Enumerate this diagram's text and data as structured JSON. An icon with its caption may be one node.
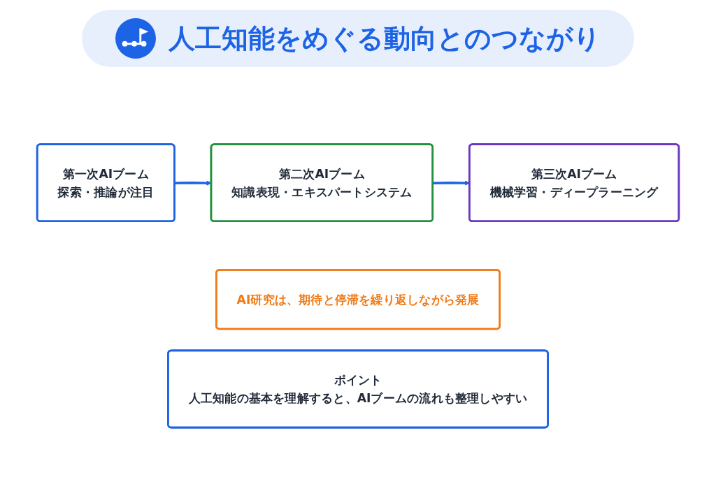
{
  "diagram": {
    "title": "人工知能をめぐる動向とのつながり",
    "nodes": [
      {
        "text": [
          "第一次AIブーム",
          "探索・推論が注目"
        ]
      },
      {
        "text": [
          "第二次AIブーム",
          "知識表現・エキスパートシステム"
        ]
      },
      {
        "text": [
          "第三次AIブーム",
          "機械学習・ディープラーニング"
        ]
      },
      {
        "text": [
          "AI研究は、期待と停滞を繰り返しながら発展"
        ]
      },
      {
        "text": [
          "ポイント",
          "人工知能の基本を理解すると、AIブームの流れも整理しやすい"
        ]
      }
    ],
    "edges": [
      {
        "from": 0,
        "to": 1,
        "arrow": "to"
      },
      {
        "from": 1,
        "to": 2,
        "arrow": "to"
      }
    ]
  }
}
